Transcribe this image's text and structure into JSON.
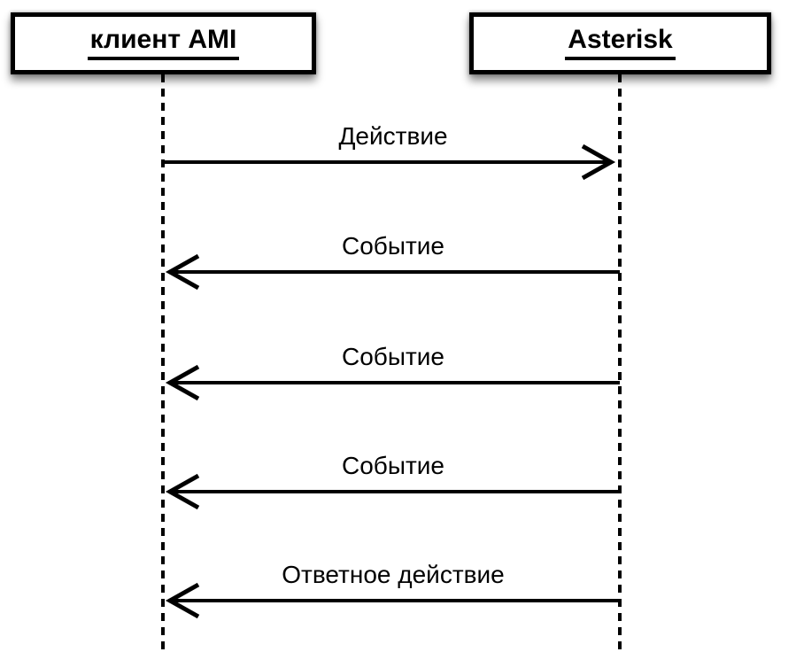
{
  "diagram": {
    "type": "sequence-diagram",
    "actors": [
      {
        "name": "клиент AMI"
      },
      {
        "name": "Asterisk"
      }
    ],
    "messages": [
      {
        "label": "Действие",
        "from": "клиент AMI",
        "to": "Asterisk",
        "direction": "right"
      },
      {
        "label": "Событие",
        "from": "Asterisk",
        "to": "клиент AMI",
        "direction": "left"
      },
      {
        "label": "Событие",
        "from": "Asterisk",
        "to": "клиент AMI",
        "direction": "left"
      },
      {
        "label": "Событие",
        "from": "Asterisk",
        "to": "клиент AMI",
        "direction": "left"
      },
      {
        "label": "Ответное действие",
        "from": "Asterisk",
        "to": "клиент AMI",
        "direction": "left"
      }
    ],
    "colors": {
      "line": "#000000",
      "background": "#ffffff",
      "box_fill": "#ffffff"
    }
  }
}
